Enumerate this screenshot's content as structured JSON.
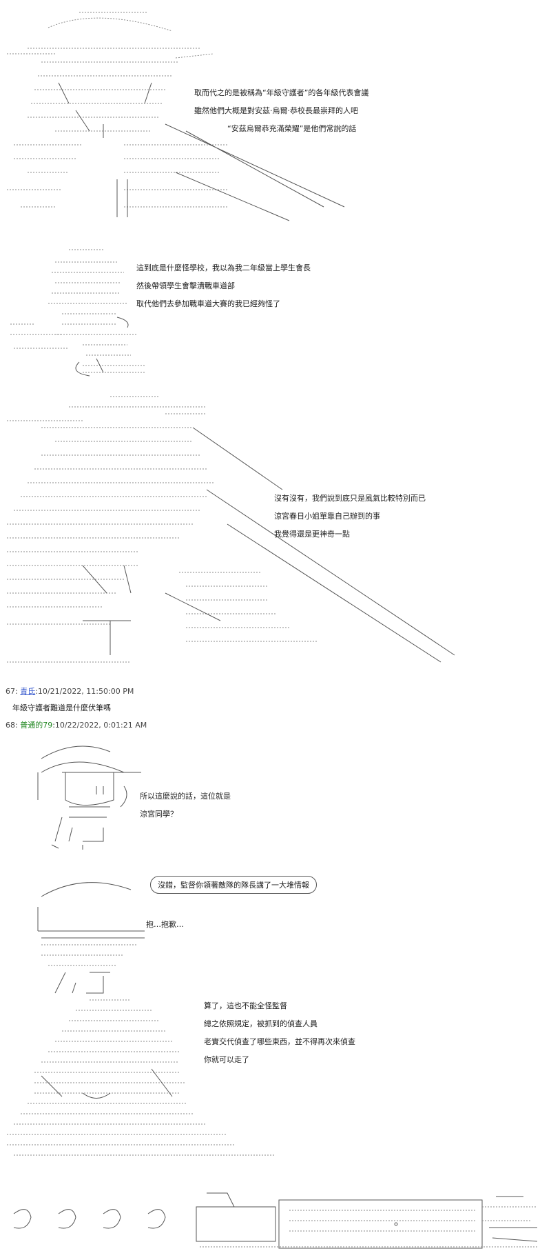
{
  "panel1": {
    "lines": [
      "取而代之的是被稱為“年級守護者”的各年級代表會議",
      "雖然他們大概是對安茲·烏爾·恭校長最崇拜的人吧",
      "“安茲烏爾恭充滿榮耀”是他們常說的話"
    ]
  },
  "panel2": {
    "lines": [
      "這到底是什麼怪學校，我以為我二年級當上學生會長",
      "然後帶領學生會擊潰戰車道部",
      "取代他們去參加戰車道大賽的我已經夠怪了"
    ]
  },
  "panel3": {
    "lines": [
      "沒有沒有，我們說到底只是風氣比較特別而已",
      "涼宮春日小姐單靠自己辦到的事",
      "我覺得還是更神奇一點"
    ]
  },
  "post67": {
    "number": "67",
    "name": "青氏",
    "timestamp": ":10/21/2022, 11:50:00 PM",
    "body": "年級守護者難道是什麼伏筆嗎"
  },
  "post68": {
    "number": "68",
    "name": "普通的79",
    "timestamp": ":10/22/2022, 0:01:21 AM"
  },
  "panel4": {
    "lines": [
      "所以這麼說的話，這位就是",
      "涼宮同學？"
    ]
  },
  "panel5": {
    "bubble": "沒錯，監督你領著敵隊的隊長講了一大堆情報",
    "reply": "抱…抱歉…"
  },
  "panel6": {
    "lines": [
      "算了，這也不能全怪監督",
      "總之依照規定，被抓到的偵查人員",
      "老實交代偵查了哪些東西，並不得再次來偵查",
      "你就可以走了"
    ]
  }
}
